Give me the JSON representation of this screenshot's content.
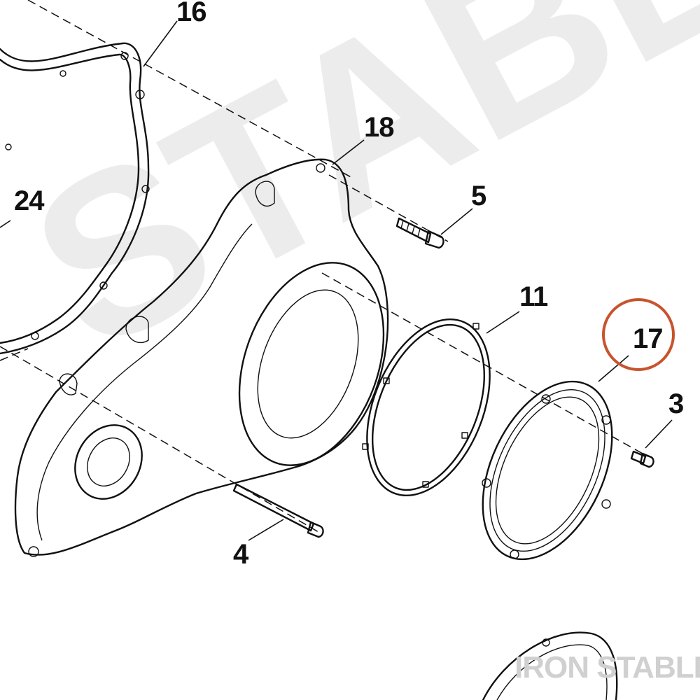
{
  "diagram": {
    "accent_color": "#c8532c",
    "watermark_color": "#ececec",
    "watermark_text": "STABLE",
    "brand_text": "IRON STABLE",
    "highlighted_callout": "17",
    "callouts": [
      {
        "id": "16",
        "label": "16"
      },
      {
        "id": "18",
        "label": "18"
      },
      {
        "id": "24",
        "label": "24"
      },
      {
        "id": "5",
        "label": "5"
      },
      {
        "id": "11",
        "label": "11"
      },
      {
        "id": "17",
        "label": "17"
      },
      {
        "id": "3",
        "label": "3"
      },
      {
        "id": "4",
        "label": "4"
      }
    ]
  }
}
